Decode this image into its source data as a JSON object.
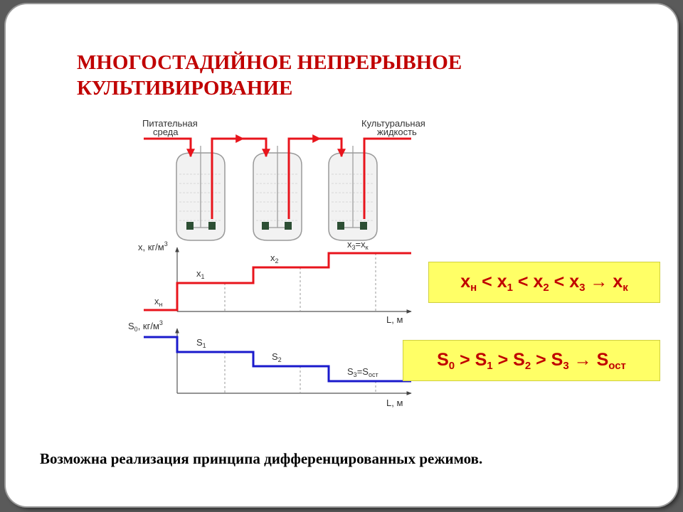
{
  "slide": {
    "title_line1": "МНОГОСТАДИЙНОЕ НЕПРЕРЫВНОЕ",
    "title_line2": "КУЛЬТИВИРОВАНИЕ",
    "bottom_text": "Возможна реализация принципа дифференцированных режимов."
  },
  "diagram": {
    "inlet_label_line1": "Питательная",
    "inlet_label_line2": "среда",
    "outlet_label_line1": "Культуральная",
    "outlet_label_line2": "жидкость",
    "x_axis_label": "x, кг/м",
    "x_axis_label_sup": "3",
    "s_axis_label": "S",
    "s_axis_label_sub": "0",
    "s_axis_label_rest": ", кг/м",
    "s_axis_label_sup": "3",
    "length_label": "L, м",
    "x_levels": [
      {
        "main": "x",
        "sub": "н"
      },
      {
        "main": "x",
        "sub": "1"
      },
      {
        "main": "x",
        "sub": "2"
      },
      {
        "main": "x",
        "sub": "3",
        "rest": "=x",
        "rest_sub": "к"
      }
    ],
    "s_levels": [
      {
        "main": "S",
        "sub": "1"
      },
      {
        "main": "S",
        "sub": "2"
      },
      {
        "main": "S",
        "sub": "3",
        "rest": "=S",
        "rest_sub": "ост"
      }
    ]
  },
  "relations": {
    "x_relation": [
      {
        "t": "x",
        "sub": "н"
      },
      {
        "t": " < x",
        "sub": "1"
      },
      {
        "t": " < x",
        "sub": "2"
      },
      {
        "t": " < x",
        "sub": "3"
      },
      {
        "t": " → x",
        "sub": "к"
      }
    ],
    "s_relation": [
      {
        "t": "S",
        "sub": "0"
      },
      {
        "t": " > S",
        "sub": "1"
      },
      {
        "t": " > S",
        "sub": "2"
      },
      {
        "t": " > S",
        "sub": "3"
      },
      {
        "t": " → S",
        "sub": "ост"
      }
    ]
  },
  "colors": {
    "title": "#c00000",
    "flow_line": "#e8141c",
    "substrate_line": "#1a1acc",
    "highlight_box": "#ffff66",
    "impeller": "#2d4f34"
  }
}
